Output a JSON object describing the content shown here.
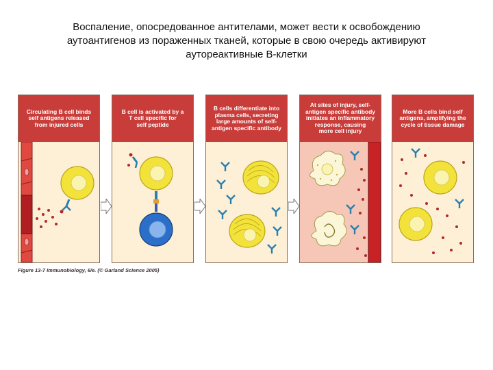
{
  "slide": {
    "title_lines": [
      "Воспаление, опосредованное антителами, может вести к освобождению",
      "аутоантигенов из пораженных тканей, которые в свою очередь активируют",
      "аутореактивные В-клетки"
    ]
  },
  "figure": {
    "panels": [
      {
        "caption": "Circulating B cell binds\nself antigens released\nfrom injured cells"
      },
      {
        "caption": "B cell is activated by a\nT cell specific for\nself peptide"
      },
      {
        "caption": "B cells differentiate into\nplasma cells, secreting\nlarge amounts of self-\nantigen specific antibody"
      },
      {
        "caption": "At sites of injury, self-\nantigen specific antibody\ninitiates an inflammatory\nresponse, causing\nmore cell injury"
      },
      {
        "caption": "More B cells bind self\nantigens, amplifying the\ncycle of tissue damage"
      }
    ],
    "credit": "Figure 13-7  Immunobiology, 6/e. (© Garland Science 2005)",
    "colors": {
      "caption_bg": "#c83d3a",
      "tissue_bg": "#fdf0d6",
      "injured_bg": "#f6c7b6",
      "vessel": "#e04840",
      "b_cell": "#f2e23a",
      "t_cell": "#2b6fc9",
      "antibody": "#2a7fb0",
      "antigen": "#b02a2a"
    }
  }
}
